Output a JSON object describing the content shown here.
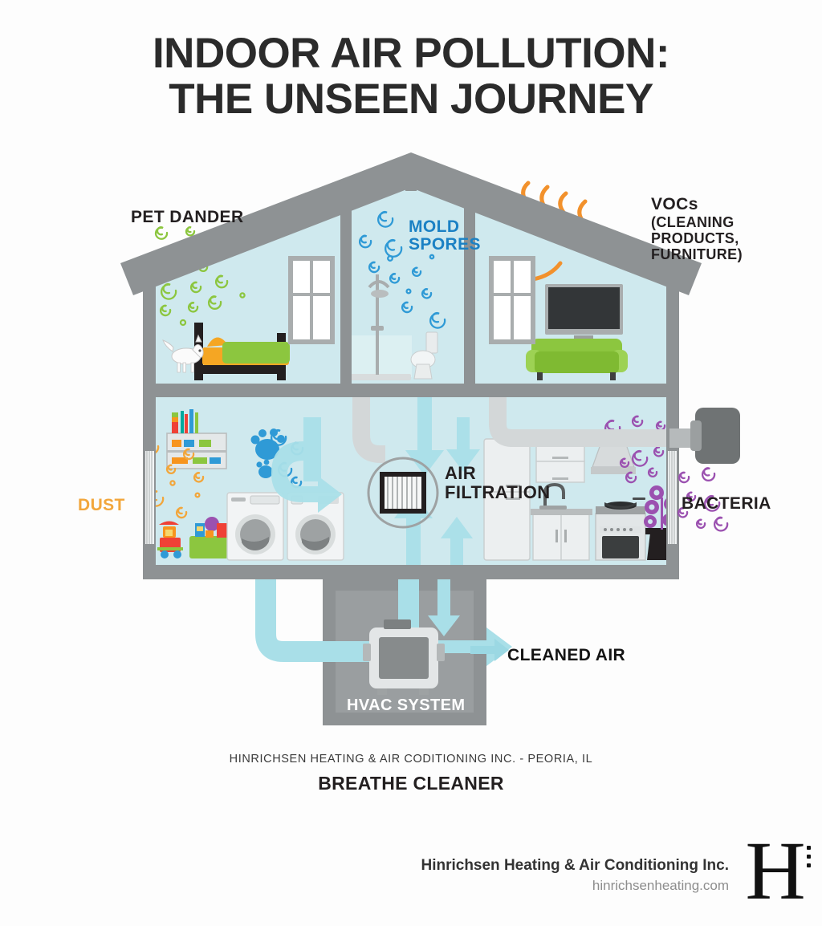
{
  "title": {
    "line1": "INDOOR AIR POLLUTION:",
    "line2": "THE UNSEEN JOURNEY"
  },
  "labels": {
    "pet_dander": "PET DANDER",
    "mold_spores_line1": "MOLD",
    "mold_spores_line2": "SPORES",
    "vocs_main": "VOCs",
    "vocs_sub_line1": "(CLEANING",
    "vocs_sub_line2": "PRODUCTS,",
    "vocs_sub_line3": "FURNITURE)",
    "dust": "DUST",
    "bacteria": "BACTERIA",
    "air_filtration_line1": "AIR",
    "air_filtration_line2": "FILTRATION",
    "cleaned_air": "CLEANED AIR",
    "hvac_system": "HVAC SYSTEM"
  },
  "footer": {
    "company_line": "HINRICHSEN HEATING & AIR CODITIONING INC. - PEORIA, IL",
    "tagline": "BREATHE CLEANER",
    "brand_name": "Hinrichsen Heating & Air Conditioning Inc.",
    "brand_url": "hinrichsenheating.com",
    "logo_letter": "H"
  },
  "colors": {
    "pet_dander": "#8cc63f",
    "mold_spores": "#1b81c4",
    "vocs": "#f2912c",
    "dust": "#f2a63b",
    "bacteria": "#9b51b0",
    "airflow": "#a9dfe8",
    "wall_interior": "#cfe9ee",
    "structure_gray": "#8e9294",
    "accent_green": "#8cc63f",
    "background": "#fdfdfd"
  },
  "scene": {
    "rooms": [
      {
        "name": "bedroom",
        "items": [
          "dog",
          "bed",
          "window"
        ]
      },
      {
        "name": "bathroom",
        "items": [
          "shower",
          "toilet"
        ]
      },
      {
        "name": "living-room",
        "items": [
          "tv",
          "sofa",
          "window"
        ]
      },
      {
        "name": "laundry-playroom",
        "items": [
          "bookshelf",
          "toy-train",
          "toy-box",
          "washer",
          "dryer"
        ]
      },
      {
        "name": "kitchen",
        "items": [
          "refrigerator",
          "wall-cabinets",
          "range-hood",
          "sink",
          "stove",
          "potted-plant"
        ]
      },
      {
        "name": "basement",
        "items": [
          "hvac-unit",
          "return-duct",
          "supply-duct"
        ]
      }
    ]
  }
}
